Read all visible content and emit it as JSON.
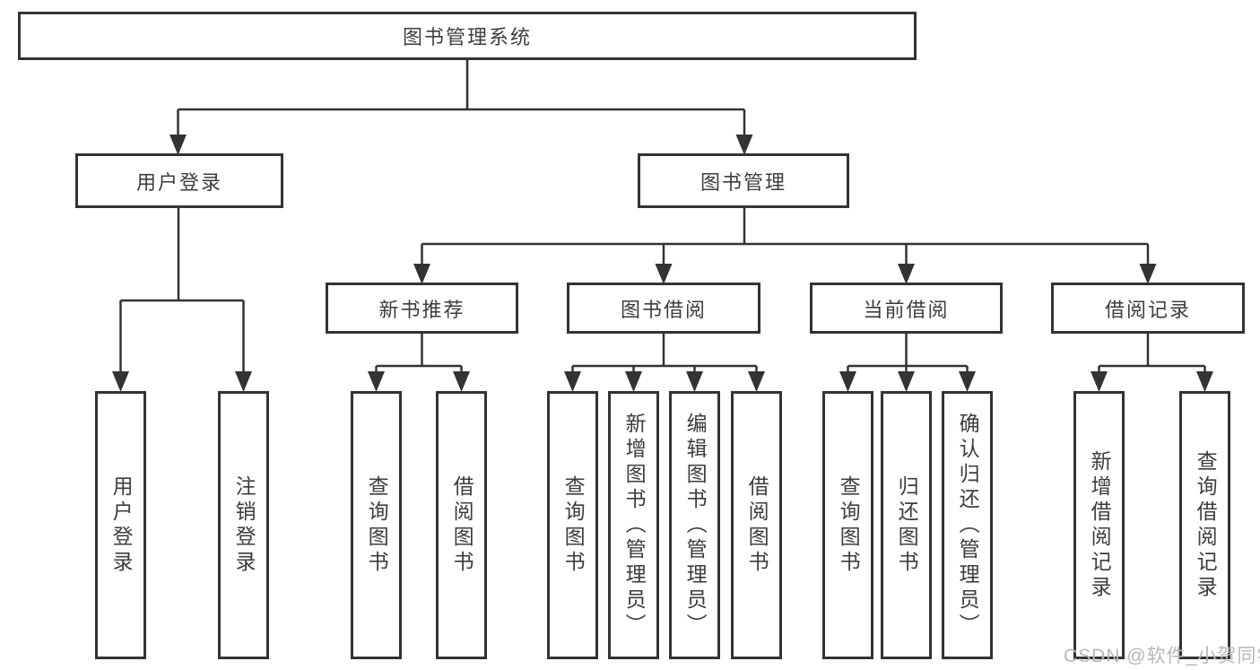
{
  "tree": {
    "root": "图书管理系统",
    "level2": [
      "用户登录",
      "图书管理"
    ],
    "level3": [
      "新书推荐",
      "图书借阅",
      "当前借阅",
      "借阅记录"
    ],
    "leaves": {
      "user_login": [
        "用户登录",
        "注销登录"
      ],
      "new_book": [
        "查询图书",
        "借阅图书"
      ],
      "book_borrow": [
        "查询图书",
        "新增图书（管理员）",
        "编辑图书（管理员）",
        "借阅图书"
      ],
      "current_borrow": [
        "查询图书",
        "归还图书",
        "确认归还（管理员）"
      ],
      "borrow_record": [
        "新增借阅记录",
        "查询借阅记录"
      ]
    }
  },
  "watermark": "CSDN @软件_小贺同学",
  "colors": {
    "line": "#333333",
    "text": "#3d3d3d",
    "watermark": "#b7b7b7",
    "background": "#ffffff"
  }
}
